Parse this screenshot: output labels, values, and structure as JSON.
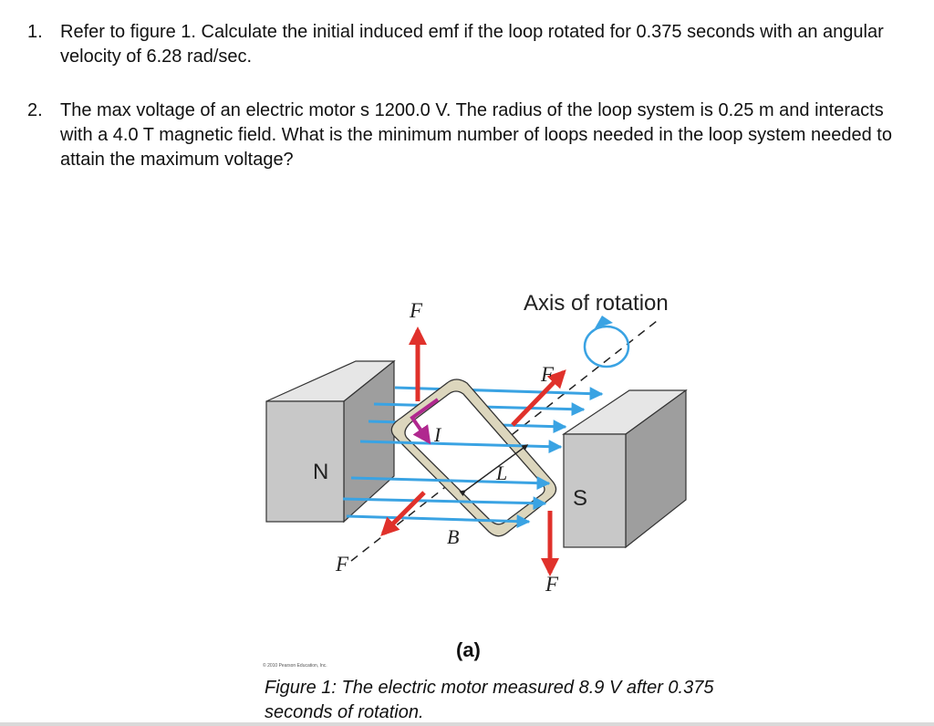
{
  "questions": [
    {
      "number": "1.",
      "text": "Refer to figure 1. Calculate the initial induced emf if the loop rotated for 0.375  seconds with an angular velocity of 6.28 rad/sec."
    },
    {
      "number": "2.",
      "text": "The max voltage of an electric motor s 1200.0 V. The radius of the loop system is 0.25 m and interacts with a 4.0 T magnetic field. What is the minimum number of loops needed in the loop system needed to attain the maximum voltage?"
    }
  ],
  "figure": {
    "axis_label": "Axis of rotation",
    "force_top": "F",
    "force_right": "F",
    "force_bottom": "F",
    "force_left": "F",
    "current_label": "I",
    "length_label": "L",
    "field_label": "B",
    "north_label": "N",
    "south_label": "S",
    "sublabel": "(a)",
    "copyright": "© 2010 Pearson Education, Inc.",
    "caption": "Figure 1: The electric motor measured 8.9 V after 0.375 seconds of rotation."
  },
  "colors": {
    "force_arrow": "#e0312b",
    "field_line": "#3aa3e3",
    "magnet_front": "#c8c8c8",
    "magnet_top": "#e6e6e6",
    "loop_fill": "#dcd6bd",
    "current_arrow": "#b0288f"
  }
}
